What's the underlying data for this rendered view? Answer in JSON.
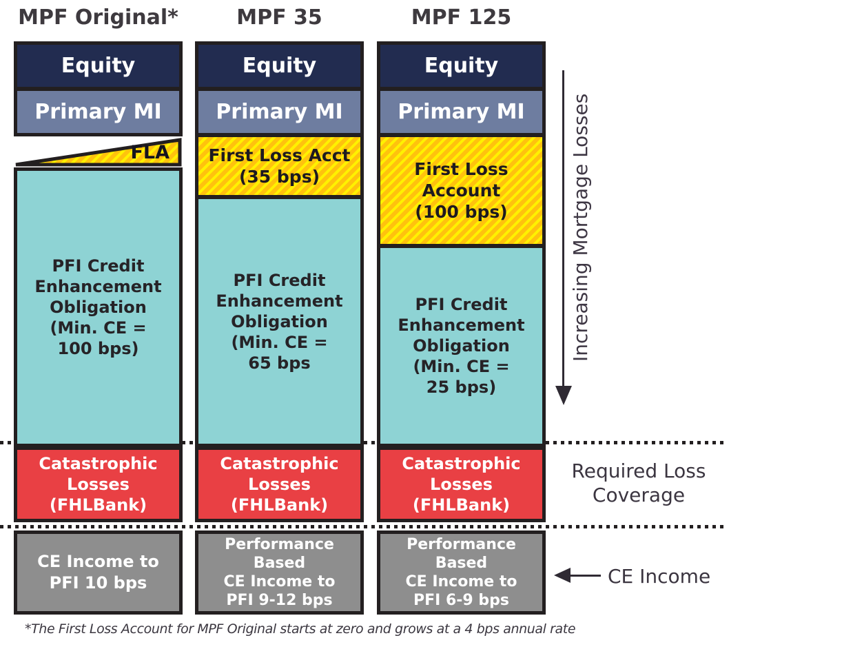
{
  "colors": {
    "equity_navy": "#222c50",
    "primary_mi_slate": "#6e7da0",
    "ce_obligation_teal": "#8ed3d4",
    "catastrophic_red": "#e94044",
    "ce_income_gray": "#8e8e8e",
    "fla_stripe_orange": "#ffc20e",
    "fla_stripe_yellow": "#fff100",
    "border_black": "#231f20",
    "annotation_gray": "#3e3a3f"
  },
  "columns": [
    {
      "title": "MPF Original*",
      "equity_label": "Equity",
      "primary_mi_label": "Primary MI",
      "fla_label": "FLA",
      "ce_obligation": "PFI Credit\nEnhancement\nObligation\n(Min. CE =\n100 bps)",
      "catastrophic": "Catastrophic\nLosses\n(FHLBank)",
      "ce_income": "CE Income to\nPFI 10 bps"
    },
    {
      "title": "MPF 35",
      "equity_label": "Equity",
      "primary_mi_label": "Primary MI",
      "fla_label": "First Loss Acct\n(35 bps)",
      "ce_obligation": "PFI Credit\nEnhancement\nObligation\n(Min. CE =\n65 bps",
      "catastrophic": "Catastrophic\nLosses\n(FHLBank)",
      "ce_income": "Performance\nBased\nCE Income to\nPFI 9-12 bps"
    },
    {
      "title": "MPF 125",
      "equity_label": "Equity",
      "primary_mi_label": "Primary MI",
      "fla_label": "First Loss\nAccount\n(100 bps)",
      "ce_obligation": "PFI Credit\nEnhancement\nObligation\n(Min. CE =\n25 bps)",
      "catastrophic": "Catastrophic\nLosses\n(FHLBank)",
      "ce_income": "Performance\nBased\nCE Income to\nPFI 6-9 bps"
    }
  ],
  "annotations": {
    "increasing_losses": "Increasing Mortgage Losses",
    "required_loss_coverage": "Required Loss Coverage",
    "ce_income_arrow_label": "CE Income",
    "footnote": "*The First Loss Account for MPF Original starts at zero and grows at a 4 bps annual rate"
  }
}
